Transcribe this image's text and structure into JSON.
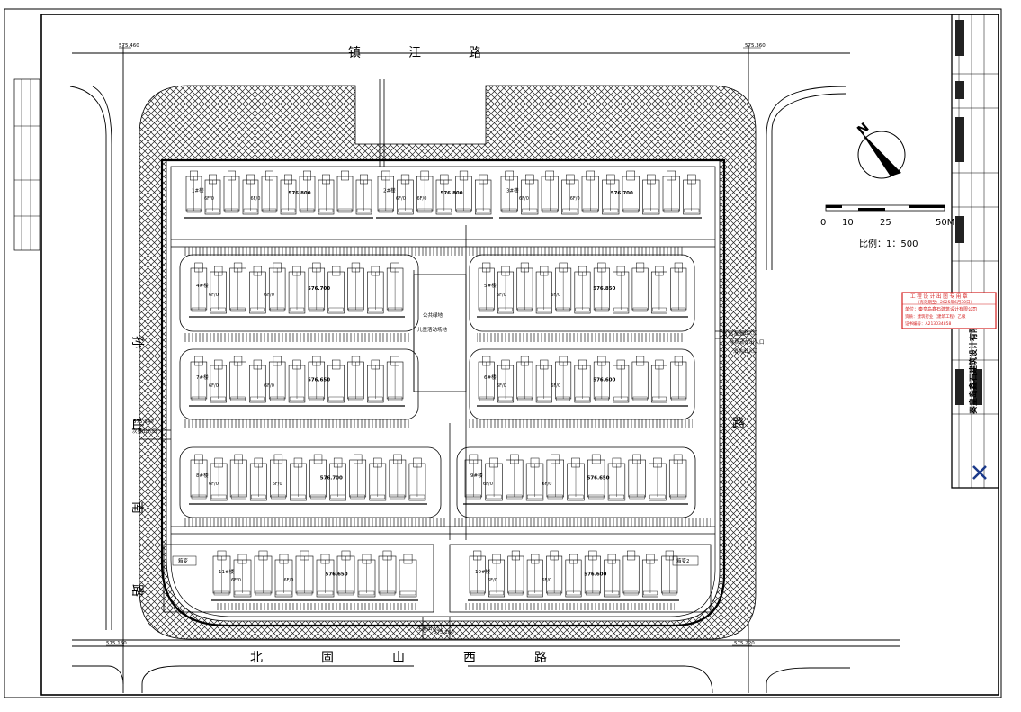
{
  "roads": {
    "north": "镇 江 路",
    "south": "北 固 山 西 路",
    "west": "孙 山 南 路",
    "east": "路"
  },
  "scale": {
    "ticks": [
      "0",
      "10",
      "25",
      "50M"
    ],
    "label": "比例：1：500"
  },
  "compass": {
    "letter": "N"
  },
  "company": "秦皇岛鑫石建筑设计有限公司",
  "stamp": {
    "title": "工 程 设 计 出 图 专 用 章",
    "subtitle": "（有效期至：2025年6月30日）",
    "unit_line": "单位：秦皇岛鑫石建筑设计有限公司",
    "scope_line": "资质：建筑行业（建筑工程）乙级",
    "cert_line": "证书编号：A213034858"
  },
  "elevations": {
    "corner_nw": "575.460",
    "corner_ne": "575.360",
    "corner_sw": "575.150",
    "corner_se": "575.220",
    "south_gate": "575.280",
    "west_gate": "575.840",
    "east_gate": "575.680"
  },
  "buildings": [
    {
      "label": "1#楼",
      "elev": "576.800",
      "ff1": "6F/0",
      "ff2": "6F/0"
    },
    {
      "label": "2#楼",
      "elev": "576.800",
      "ff1": "6F/0",
      "ff2": "6F/0"
    },
    {
      "label": "3#楼",
      "elev": "576.700",
      "ff1": "6F/0",
      "ff2": "6F/0"
    },
    {
      "label": "4#楼",
      "elev": "576.700",
      "ff1": "6F/0",
      "ff2": "6F/0"
    },
    {
      "label": "5#楼",
      "elev": "576.850",
      "ff1": "6F/0",
      "ff2": "6F/0"
    },
    {
      "label": "7#楼",
      "elev": "576.650",
      "ff1": "6F/0",
      "ff2": "6F/0"
    },
    {
      "label": "6#楼",
      "elev": "576.600",
      "ff1": "6F/0",
      "ff2": "6F/0"
    },
    {
      "label": "8#楼",
      "elev": "576.700",
      "ff1": "6F/0",
      "ff2": "6F/0"
    },
    {
      "label": "9#楼",
      "elev": "576.650",
      "ff1": "6F/0",
      "ff2": "6F/0"
    },
    {
      "label": "11#楼",
      "elev": "576.650",
      "ff1": "6F/0",
      "ff2": "6F/0"
    },
    {
      "label": "10#楼",
      "elev": "576.600",
      "ff1": "6F/0",
      "ff2": "6F/0"
    }
  ],
  "labels": {
    "green": "公共绿地",
    "play": "儿童活动场地",
    "entry_east1": "人行出入口",
    "entry_east2": "非机动车出入口",
    "entry_east3": "消防出入口",
    "entry_west": "次要出入口",
    "entry_south": "主要出入口",
    "substation1": "箱变",
    "substation2": "箱变2"
  }
}
